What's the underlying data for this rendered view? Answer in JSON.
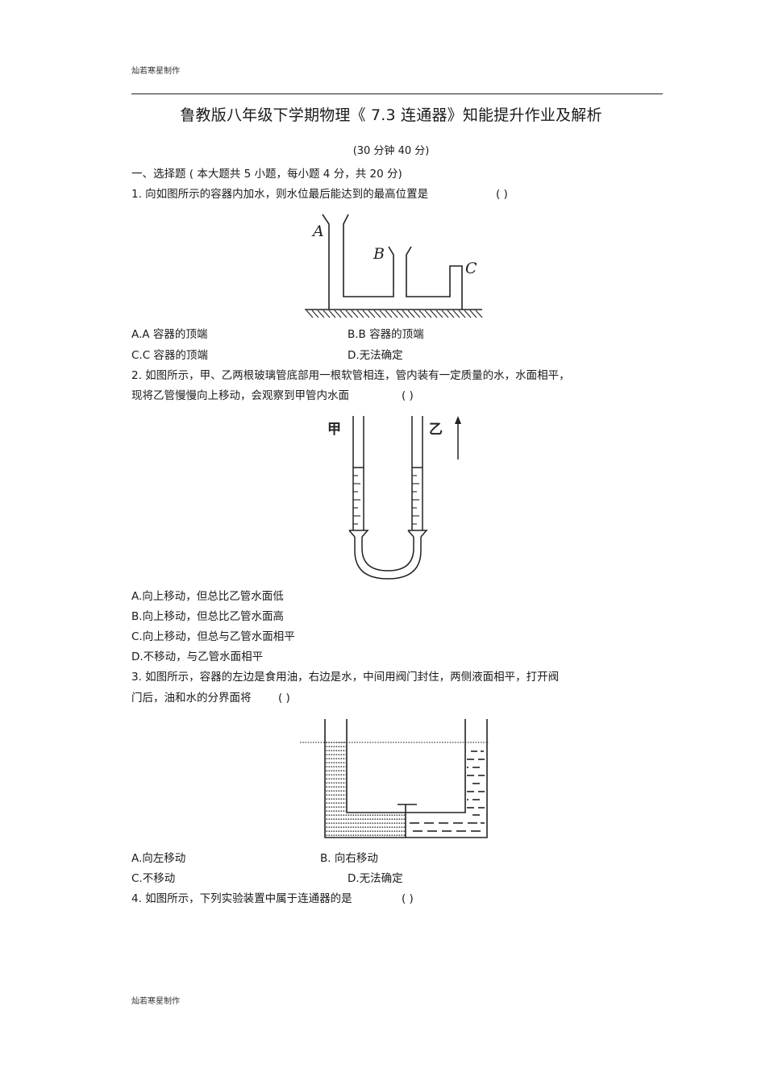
{
  "header": {
    "credit": "灿若寒星制作",
    "title": "鲁教版八年级下学期物理《  7.3 连通器》知能提升作业及解析",
    "subtitle": "(30 分钟   40  分)"
  },
  "section": {
    "heading": "一、选择题 ( 本大题共  5 小题，每小题   4 分，共  20 分)"
  },
  "questions": [
    {
      "number": "1.",
      "stem": "1. 向如图所示的容器内加水，则水位最后能达到的最高位置是",
      "answer_blank": "(   )",
      "figure": {
        "labels": [
          "A",
          "B",
          "C"
        ]
      },
      "options": [
        "A.A 容器的顶端",
        "B.B 容器的顶端",
        "C.C 容器的顶端",
        "D.无法确定"
      ]
    },
    {
      "number": "2.",
      "stem_line1": "2. 如图所示，甲、乙两根玻璃管底部用一根软管相连，管内装有一定质量的水，水面相平，",
      "stem_line2": "现将乙管慢慢向上移动，会观察到甲管内水面",
      "answer_blank": "(   )",
      "figure": {
        "labels": [
          "甲",
          "乙"
        ],
        "arrow": "up-arrow"
      },
      "options": [
        "A.向上移动，但总比乙管水面低",
        "B.向上移动，但总比乙管水面高",
        "C.向上移动，但总与乙管水面相平",
        "D.不移动，与乙管水面相平"
      ]
    },
    {
      "number": "3.",
      "stem_line1": "3. 如图所示，容器的左边是食用油，右边是水，中间用阀门封住，两侧液面相平，打开阀",
      "stem_line2": "门后，油和水的分界面将",
      "answer_blank": "(   )",
      "options": [
        "A.向左移动",
        "B. 向右移动",
        "C.不移动",
        "D.无法确定"
      ]
    },
    {
      "number": "4.",
      "stem": "4. 如图所示，下列实验装置中属于连通器的是",
      "answer_blank": "(   )"
    }
  ],
  "footer": {
    "credit": "灿若寒星制作"
  }
}
